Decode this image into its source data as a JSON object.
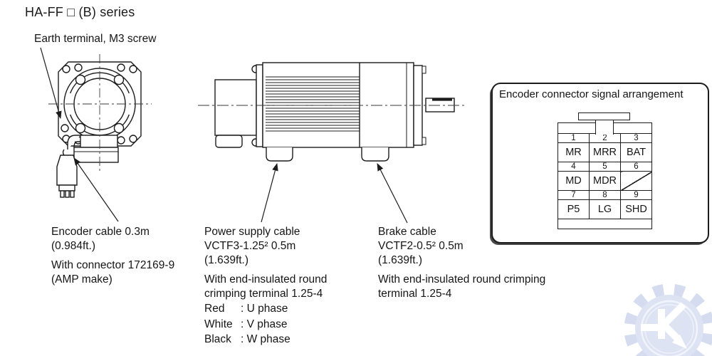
{
  "title": "HA-FF □ (B) series",
  "labels": {
    "earth_terminal": "Earth terminal, M3 screw",
    "encoder_cable": {
      "line1": "Encoder cable 0.3m",
      "line2": "(0.984ft.)",
      "line3": "With connector 172169-9",
      "line4": "(AMP make)"
    },
    "power_cable": {
      "line1": "Power supply cable",
      "line2": "VCTF3-1.25² 0.5m",
      "line3": "(1.639ft.)",
      "line4": "With end-insulated round",
      "line5": "crimping terminal 1.25-4",
      "phases": [
        {
          "name": "Red",
          "desc": ": U phase"
        },
        {
          "name": "White",
          "desc": ": V phase"
        },
        {
          "name": "Black",
          "desc": ": W phase"
        }
      ]
    },
    "brake_cable": {
      "line1": "Brake cable",
      "line2": "VCTF2-0.5² 0.5m",
      "line3": "(1.639ft.)",
      "line4": "With end-insulated round crimping",
      "line5": "terminal 1.25-4"
    }
  },
  "encoder_panel": {
    "title": "Encoder connector signal arrangement",
    "pins": [
      {
        "no": "1",
        "signal": "MR"
      },
      {
        "no": "2",
        "signal": "MRR"
      },
      {
        "no": "3",
        "signal": "BAT"
      },
      {
        "no": "4",
        "signal": "MD"
      },
      {
        "no": "5",
        "signal": "MDR"
      },
      {
        "no": "6",
        "signal": ""
      },
      {
        "no": "7",
        "signal": "P5"
      },
      {
        "no": "8",
        "signal": "LG"
      },
      {
        "no": "9",
        "signal": "SHD"
      }
    ]
  },
  "icons": {
    "watermark": "gear-k-logo-icon"
  },
  "colors": {
    "line": "#1c1c1c",
    "text": "#151515",
    "watermark_blue": "#d9dff2"
  }
}
